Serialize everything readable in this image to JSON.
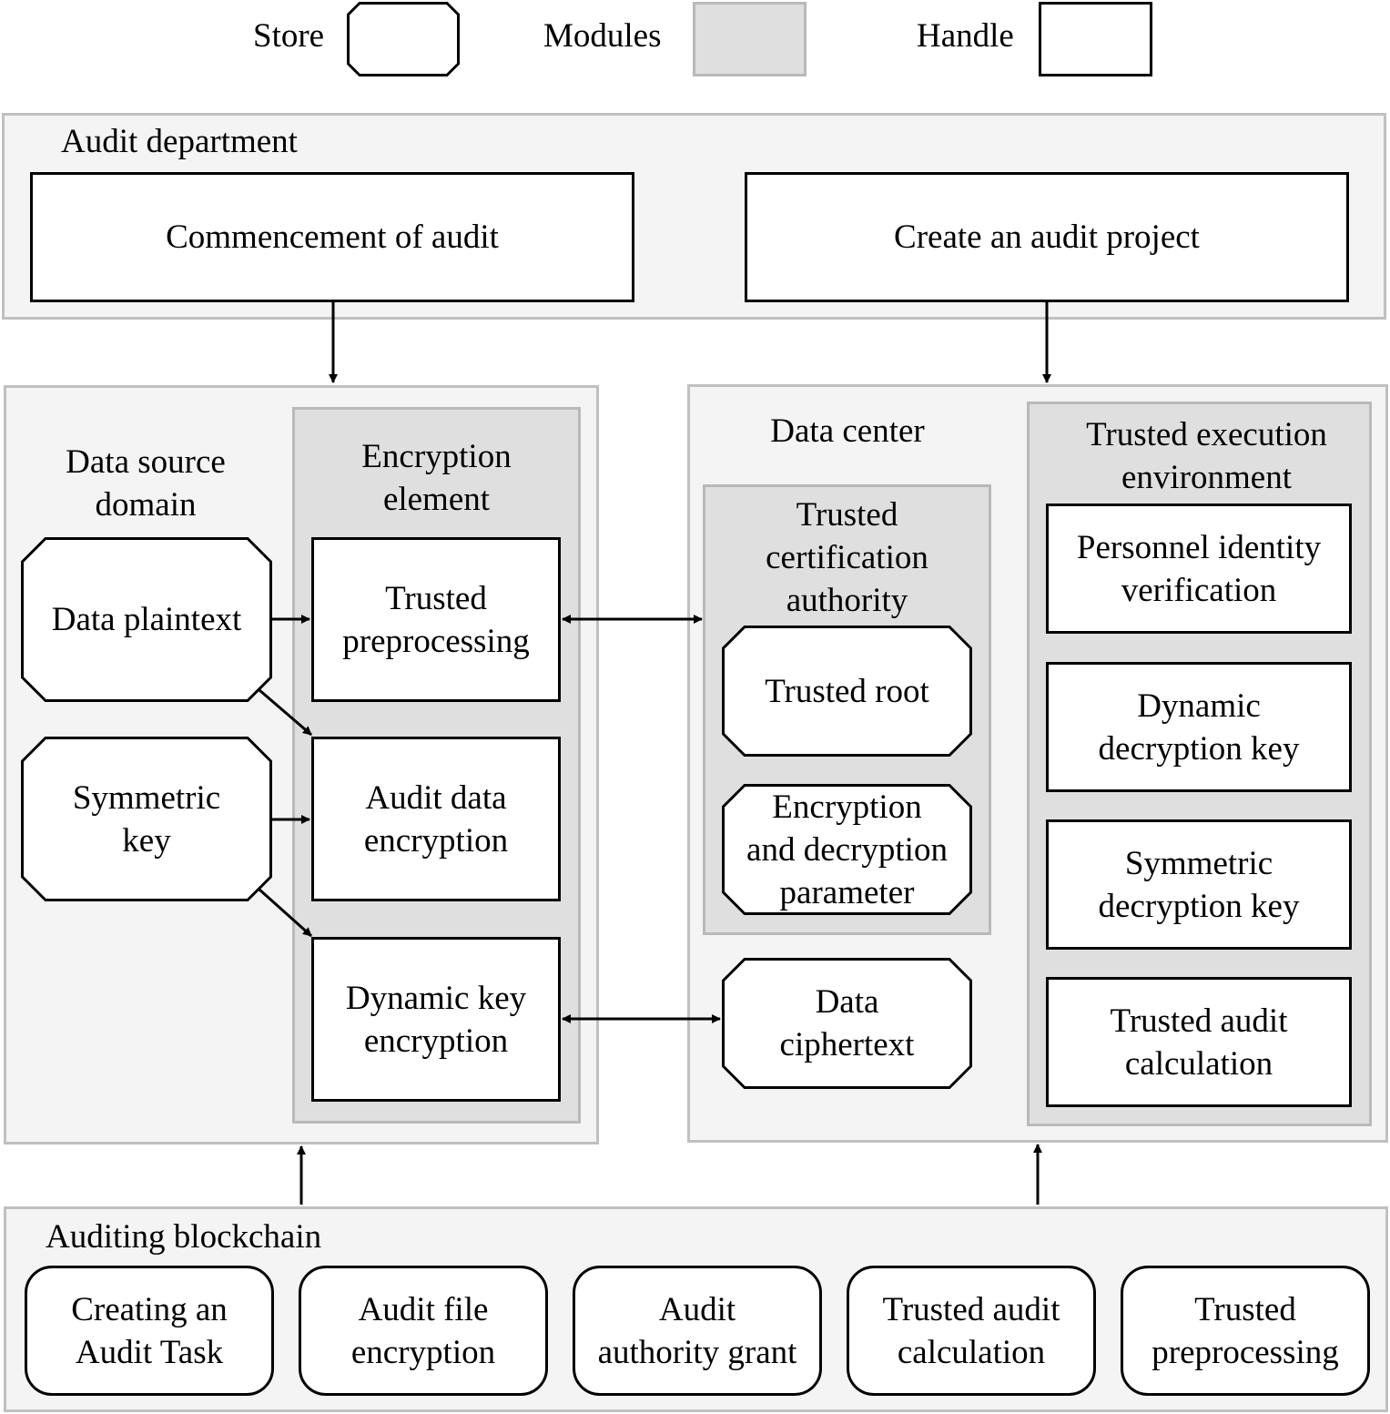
{
  "legend": {
    "store": "Store",
    "modules": "Modules",
    "handle": "Handle"
  },
  "audit_department": {
    "title": "Audit department",
    "commencement": "Commencement of audit",
    "create_project": "Create an audit project"
  },
  "data_source": {
    "title": "Data source\ndomain",
    "plaintext": "Data plaintext",
    "symmetric_key": "Symmetric\nkey"
  },
  "encryption_element": {
    "title": "Encryption\nelement",
    "preprocessing": "Trusted\npreprocessing",
    "audit_data_encryption": "Audit data\nencryption",
    "dynamic_key_encryption": "Dynamic key\nencryption"
  },
  "data_center": {
    "title": "Data center",
    "ca_title": "Trusted\ncertification\nauthority",
    "trusted_root": "Trusted root",
    "enc_param": "Encryption\nand decryption\nparameter",
    "ciphertext": "Data\nciphertext"
  },
  "tee": {
    "title": "Trusted execution\nenvironment",
    "identity": "Personnel identity\nverification",
    "dynamic_key": "Dynamic\ndecryption key",
    "symmetric_key": "Symmetric\ndecryption key",
    "audit_calc": "Trusted audit\ncalculation"
  },
  "blockchain": {
    "title": "Auditing blockchain",
    "items": [
      "Creating an\nAudit Task",
      "Audit file\nencryption",
      "Audit\nauthority grant",
      "Trusted audit\ncalculation",
      "Trusted\npreprocessing"
    ]
  }
}
